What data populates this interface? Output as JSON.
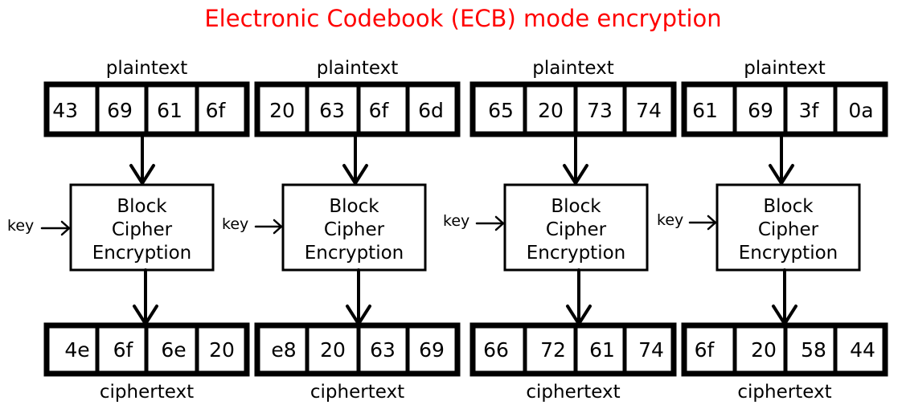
{
  "title": "Electronic Codebook (ECB) mode encryption",
  "colors": {
    "title": "#ff0000",
    "stroke": "#000000",
    "background": "#ffffff"
  },
  "blocks": [
    {
      "plaintext_label": "plaintext",
      "plaintext": [
        "43",
        "69",
        "61",
        "6f"
      ],
      "key_label": "key",
      "cipher_lines": [
        "Block",
        "Cipher",
        "Encryption"
      ],
      "ciphertext": [
        "4e",
        "6f",
        "6e",
        "20"
      ],
      "ciphertext_label": "ciphertext"
    },
    {
      "plaintext_label": "plaintext",
      "plaintext": [
        "20",
        "63",
        "6f",
        "6d"
      ],
      "key_label": "key",
      "cipher_lines": [
        "Block",
        "Cipher",
        "Encryption"
      ],
      "ciphertext": [
        "e8",
        "20",
        "63",
        "69"
      ],
      "ciphertext_label": "ciphertext"
    },
    {
      "plaintext_label": "plaintext",
      "plaintext": [
        "65",
        "20",
        "73",
        "74"
      ],
      "key_label": "key",
      "cipher_lines": [
        "Block",
        "Cipher",
        "Encryption"
      ],
      "ciphertext": [
        "66",
        "72",
        "61",
        "74"
      ],
      "ciphertext_label": "ciphertext"
    },
    {
      "plaintext_label": "plaintext",
      "plaintext": [
        "61",
        "69",
        "3f",
        "0a"
      ],
      "key_label": "key",
      "cipher_lines": [
        "Block",
        "Cipher",
        "Encryption"
      ],
      "ciphertext": [
        "6f",
        "20",
        "58",
        "44"
      ],
      "ciphertext_label": "ciphertext"
    }
  ]
}
